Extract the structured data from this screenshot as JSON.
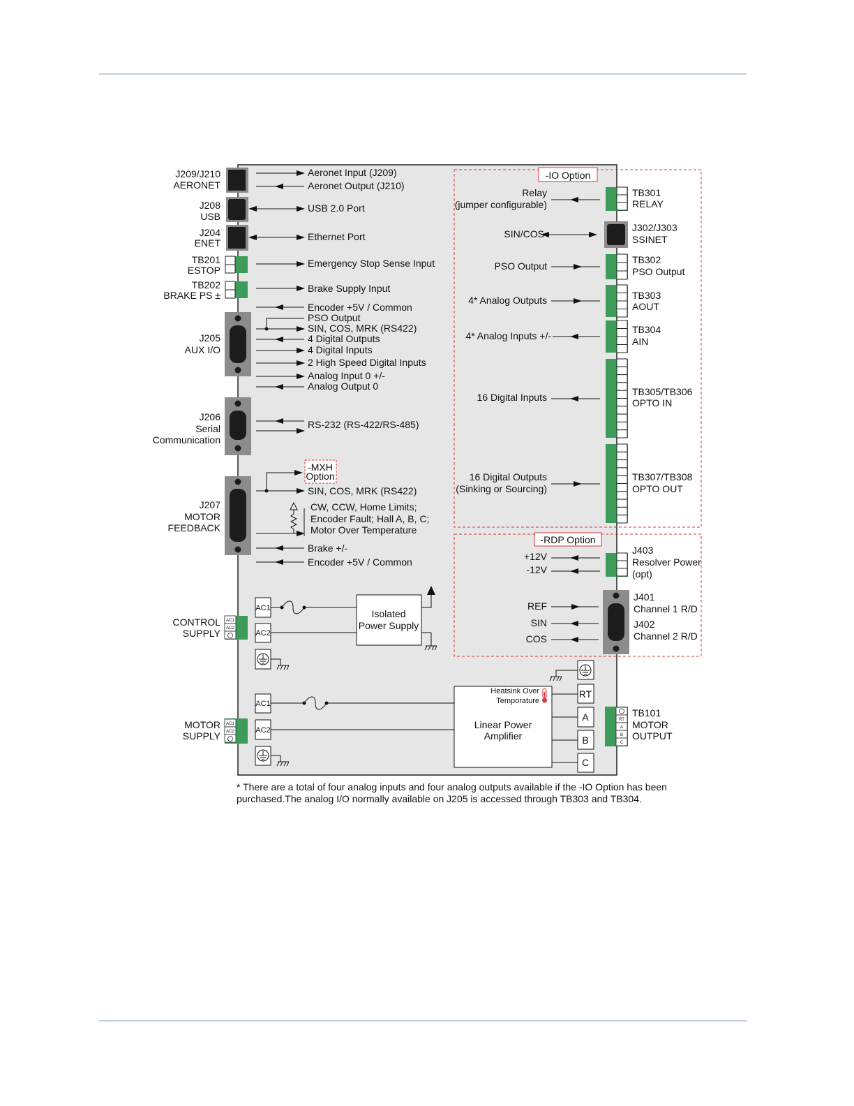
{
  "colors": {
    "board": "#e6e6e6",
    "terminal": "#3e9c5a",
    "connector": "#1c1c1c",
    "connector_body": "#8c8c8c",
    "option_border": "#d9343f",
    "rule": "#aebdd6"
  },
  "left_connectors": {
    "j209_j210": [
      "J209/J210",
      "AERONET"
    ],
    "j208": [
      "J208",
      "USB"
    ],
    "j204": [
      "J204",
      "ENET"
    ],
    "tb201": [
      "TB201",
      "ESTOP"
    ],
    "tb202": [
      "TB202",
      "BRAKE PS ±"
    ],
    "j205": [
      "J205",
      "AUX I/O"
    ],
    "j206": [
      "J206",
      "Serial",
      "Communication"
    ],
    "j207": [
      "J207",
      "MOTOR",
      "FEEDBACK"
    ],
    "control_supply": [
      "CONTROL",
      "SUPPLY"
    ],
    "motor_supply": [
      "MOTOR",
      "SUPPLY"
    ]
  },
  "signals": {
    "aeronet_in": "Aeronet Input (J209)",
    "aeronet_out": "Aeronet Output (J210)",
    "usb": "USB 2.0 Port",
    "ethernet": "Ethernet Port",
    "estop": "Emergency Stop Sense Input",
    "brake_supply": "Brake Supply Input",
    "j205": [
      "Encoder +5V / Common",
      "PSO Output",
      "SIN, COS, MRK (RS422)",
      "4 Digital Outputs",
      "4 Digital Inputs",
      "2 High Speed Digital Inputs",
      "Analog Input 0 +/-",
      "Analog Output 0"
    ],
    "j206": "RS-232 (RS-422/RS-485)",
    "mxh_option": [
      "-MXH",
      "Option"
    ],
    "j207_sin": "SIN, COS, MRK (RS422)",
    "j207_limits": [
      "CW, CCW, Home Limits;",
      "Encoder Fault; Hall A, B, C;",
      "Motor Over Temperature"
    ],
    "brake": "Brake +/-",
    "encoder_5v": "Encoder +5V / Common"
  },
  "io_option": {
    "title": "-IO Option",
    "relay": [
      "Relay",
      "(jumper configurable)"
    ],
    "sincos": "SIN/COS",
    "pso": "PSO Output",
    "aout": "4* Analog Outputs",
    "ain": "4* Analog Inputs +/-",
    "din": "16 Digital Inputs",
    "dout": [
      "16 Digital Outputs",
      "(Sinking or Sourcing)"
    ]
  },
  "right_connectors": {
    "tb301": [
      "TB301",
      "RELAY"
    ],
    "j302": [
      "J302/J303",
      "SSINET"
    ],
    "tb302": [
      "TB302",
      "PSO Output"
    ],
    "tb303": [
      "TB303",
      "AOUT"
    ],
    "tb304": [
      "TB304",
      "AIN"
    ],
    "tb305": [
      "TB305/TB306",
      "OPTO IN"
    ],
    "tb307": [
      "TB307/TB308",
      "OPTO OUT"
    ],
    "j403": [
      "J403",
      "Resolver Power",
      "(opt)"
    ],
    "j401": [
      "J401",
      "Channel 1 R/D"
    ],
    "j402": [
      "J402",
      "Channel 2 R/D"
    ],
    "tb101": [
      "TB101",
      "MOTOR",
      "OUTPUT"
    ]
  },
  "rdp_option": {
    "title": "-RDP Option",
    "p12": "+12V",
    "m12": "-12V",
    "ref": "REF",
    "sin": "SIN",
    "cos": "COS"
  },
  "power": {
    "ac1": "AC1",
    "ac2": "AC2",
    "isolated": [
      "Isolated",
      "Power Supply"
    ],
    "amplifier": [
      "Linear Power",
      "Amplifier"
    ],
    "heatsink": [
      "Heatsink Over",
      "Temporature"
    ],
    "rt": "RT",
    "a": "A",
    "b": "B",
    "c": "C",
    "tb101_pins": [
      "RT",
      "A",
      "B",
      "C"
    ]
  },
  "footnote": [
    "* There are a total of four analog inputs and four analog outputs available if the -IO Option has been",
    "purchased.The analog I/O normally available on J205 is accessed through TB303 and TB304."
  ]
}
